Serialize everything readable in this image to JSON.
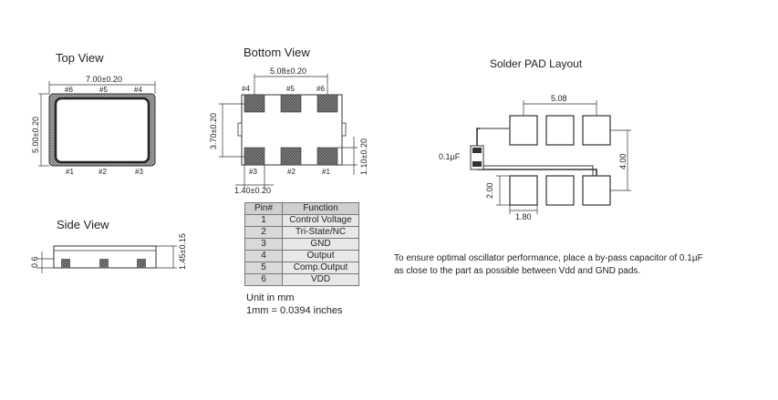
{
  "views": {
    "top_view": "Top View",
    "bottom_view": "Bottom View",
    "side_view": "Side View",
    "solder_pad": "Solder PAD Layout"
  },
  "top_view": {
    "width_dim": "7.00±0.20",
    "height_dim": "5.00±0.20",
    "top_pins": [
      "#6",
      "#5",
      "#4"
    ],
    "bottom_pins": [
      "#1",
      "#2",
      "#3"
    ]
  },
  "bottom_view": {
    "pitch_dim": "5.08±0.20",
    "height_dim": "3.70±0.20",
    "pad_width_dim": "1.40±0.20",
    "pad_height_dim": "1.10±0.20",
    "top_pins": [
      "#4",
      "#5",
      "#6"
    ],
    "bottom_pins": [
      "#3",
      "#2",
      "#1"
    ]
  },
  "side_view": {
    "pad_dim": "0.6",
    "height_dim": "1.45±0.15"
  },
  "solder_pad": {
    "pitch_dim": "5.08",
    "height_dim": "4.00",
    "gap_dim": "2.00",
    "pad_dim": "1.80",
    "cap_label": "0.1µF"
  },
  "pin_table": {
    "headers": [
      "Pin#",
      "Function"
    ],
    "rows": [
      {
        "pin": "1",
        "function": "Control Voltage"
      },
      {
        "pin": "2",
        "function": "Tri-State/NC"
      },
      {
        "pin": "3",
        "function": "GND"
      },
      {
        "pin": "4",
        "function": "Output"
      },
      {
        "pin": "5",
        "function": "Comp.Output"
      },
      {
        "pin": "6",
        "function": "VDD"
      }
    ]
  },
  "units": {
    "line1": "Unit in mm",
    "line2": "1mm = 0.0394 inches"
  },
  "note": {
    "line1": "To ensure optimal oscillator performance, place a by-pass capacitor of 0.1µF",
    "line2": "as close to the part as possible between Vdd and GND pads."
  }
}
